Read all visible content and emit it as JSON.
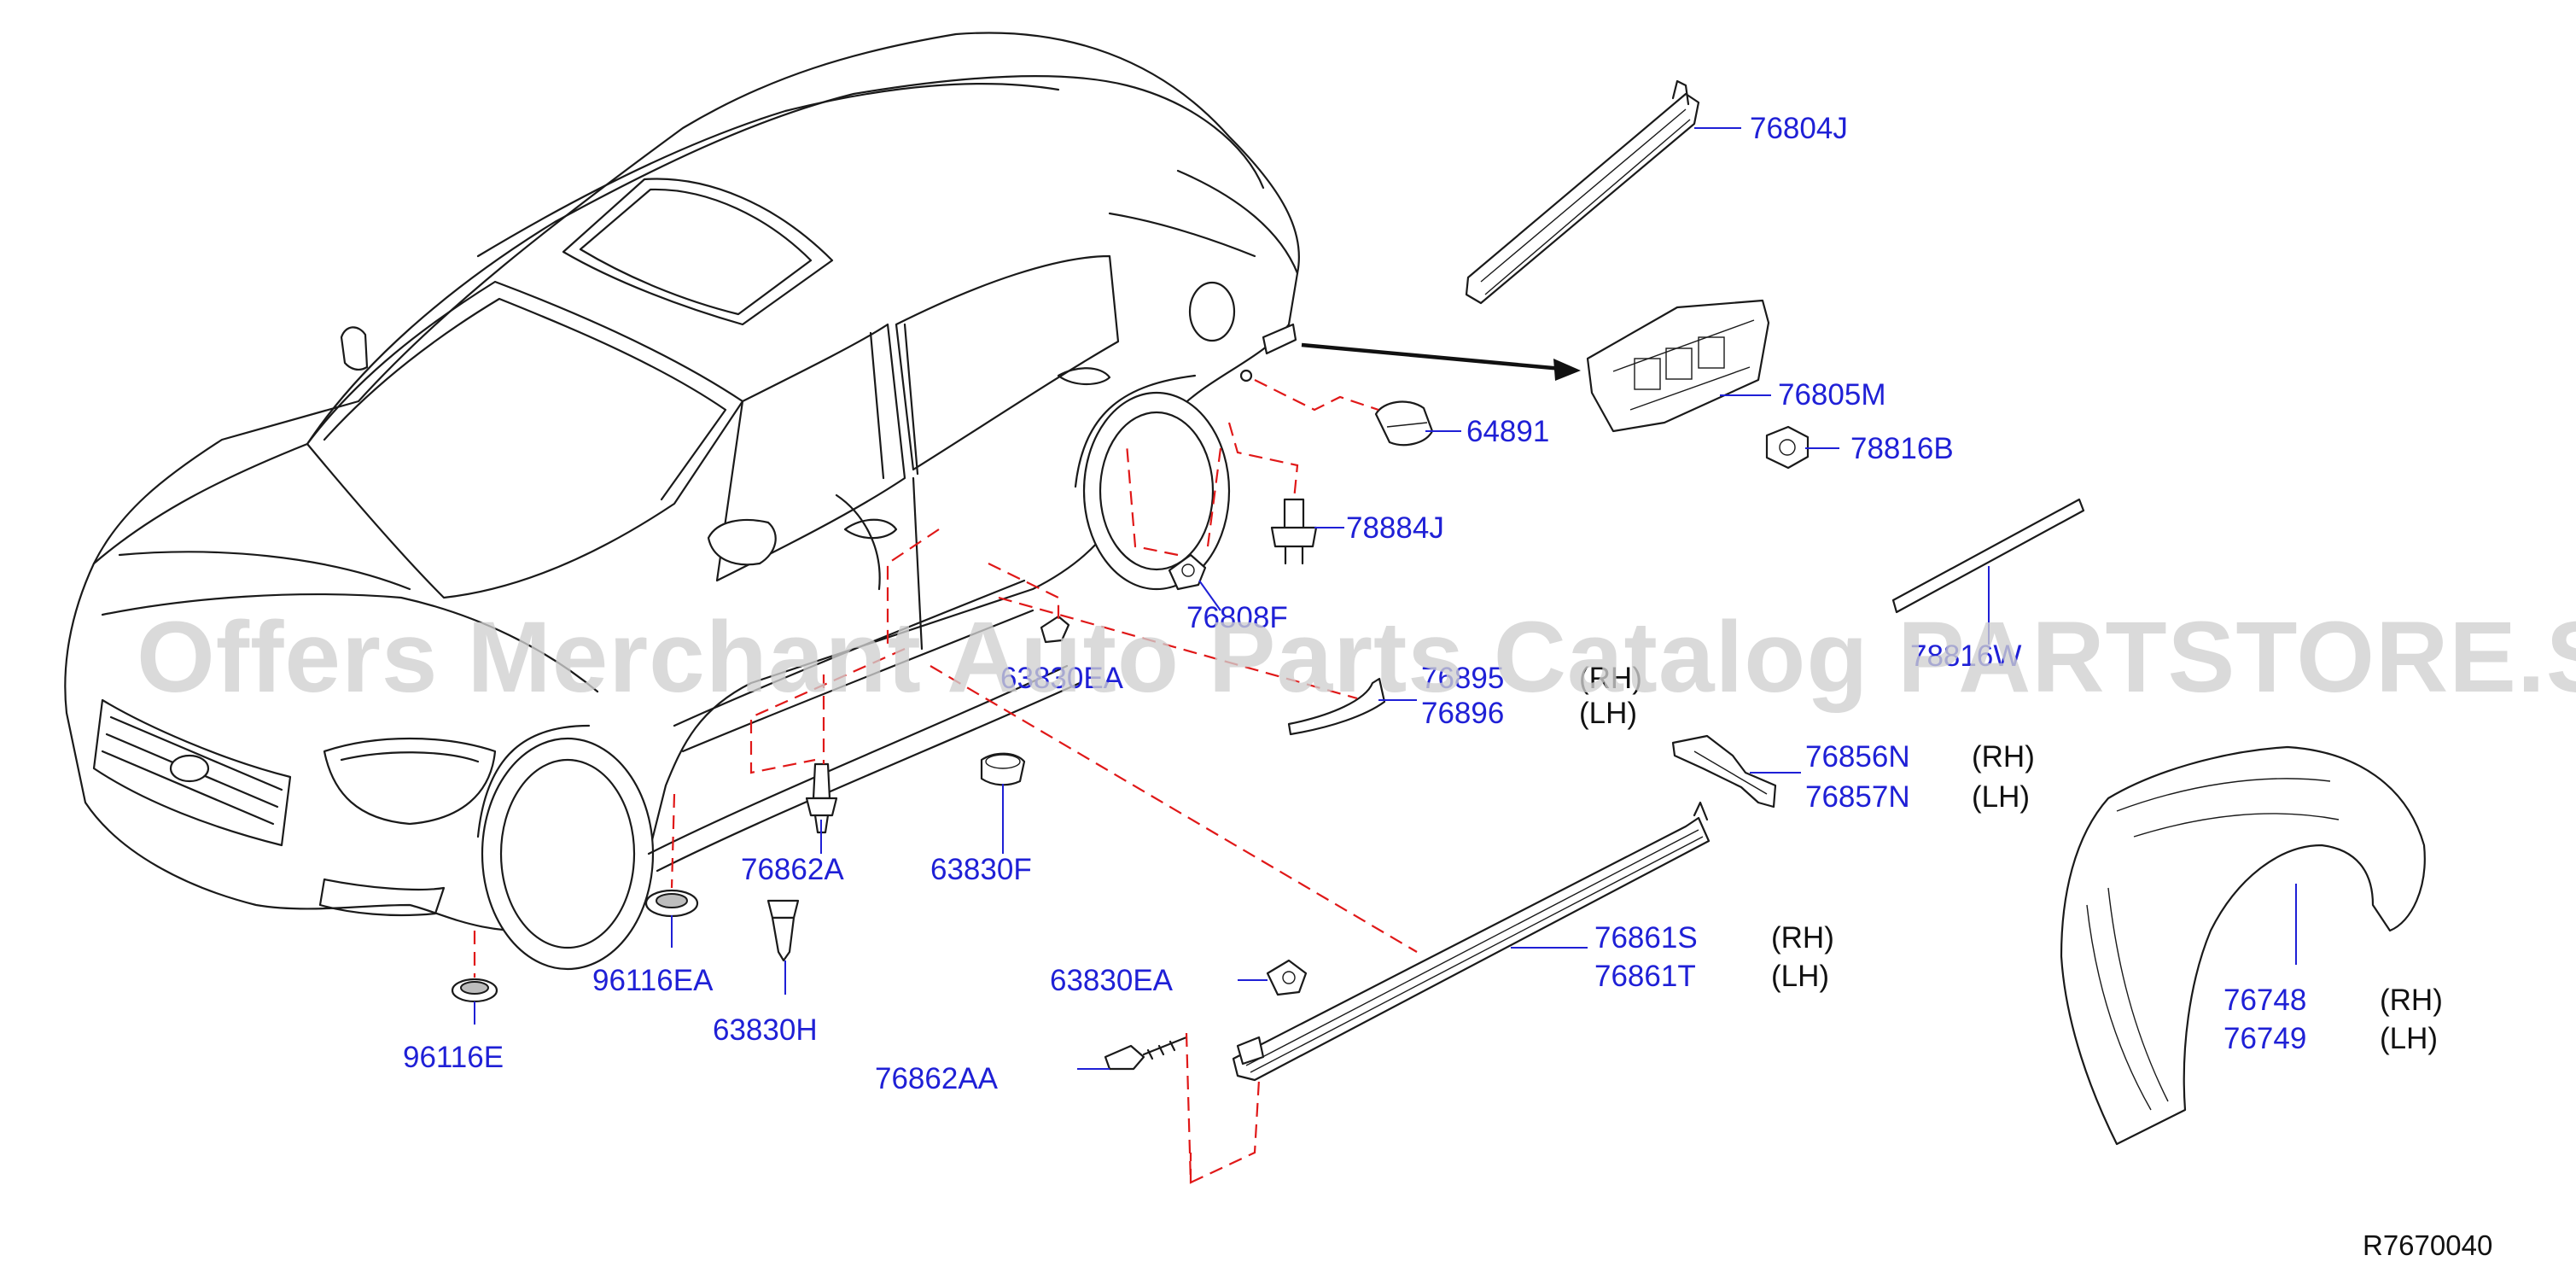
{
  "parts": [
    {
      "id": "76804J",
      "number": "76804J",
      "side": ""
    },
    {
      "id": "76805M",
      "number": "76805M",
      "side": ""
    },
    {
      "id": "64891",
      "number": "64891",
      "side": ""
    },
    {
      "id": "78816B",
      "number": "78816B",
      "side": ""
    },
    {
      "id": "78884J",
      "number": "78884J",
      "side": ""
    },
    {
      "id": "76808F",
      "number": "76808F",
      "side": ""
    },
    {
      "id": "63830EA-upper",
      "number": "63830EA",
      "side": ""
    },
    {
      "id": "76895",
      "number": "76895",
      "side": "(RH)"
    },
    {
      "id": "76896",
      "number": "76896",
      "side": "(LH)"
    },
    {
      "id": "78816W",
      "number": "78816W",
      "side": ""
    },
    {
      "id": "76856N",
      "number": "76856N",
      "side": "(RH)"
    },
    {
      "id": "76857N",
      "number": "76857N",
      "side": "(LH)"
    },
    {
      "id": "76862A",
      "number": "76862A",
      "side": ""
    },
    {
      "id": "63830F",
      "number": "63830F",
      "side": ""
    },
    {
      "id": "96116EA",
      "number": "96116EA",
      "side": ""
    },
    {
      "id": "63830H",
      "number": "63830H",
      "side": ""
    },
    {
      "id": "96116E",
      "number": "96116E",
      "side": ""
    },
    {
      "id": "76861S",
      "number": "76861S",
      "side": "(RH)"
    },
    {
      "id": "76861T",
      "number": "76861T",
      "side": "(LH)"
    },
    {
      "id": "63830EA-lower",
      "number": "63830EA",
      "side": ""
    },
    {
      "id": "76862AA",
      "number": "76862AA",
      "side": ""
    },
    {
      "id": "76748",
      "number": "76748",
      "side": "(RH)"
    },
    {
      "id": "76749",
      "number": "76749",
      "side": "(LH)"
    }
  ],
  "watermark": "Offers Merchant Auto Parts Catalog PARTSTORE.SA",
  "diagram_ref": "R7670040",
  "colors": {
    "part_number": "#1f20d6",
    "callout_dash": "#e01818",
    "watermark": "#cfcfcf",
    "line_art": "#1a1a1a"
  }
}
